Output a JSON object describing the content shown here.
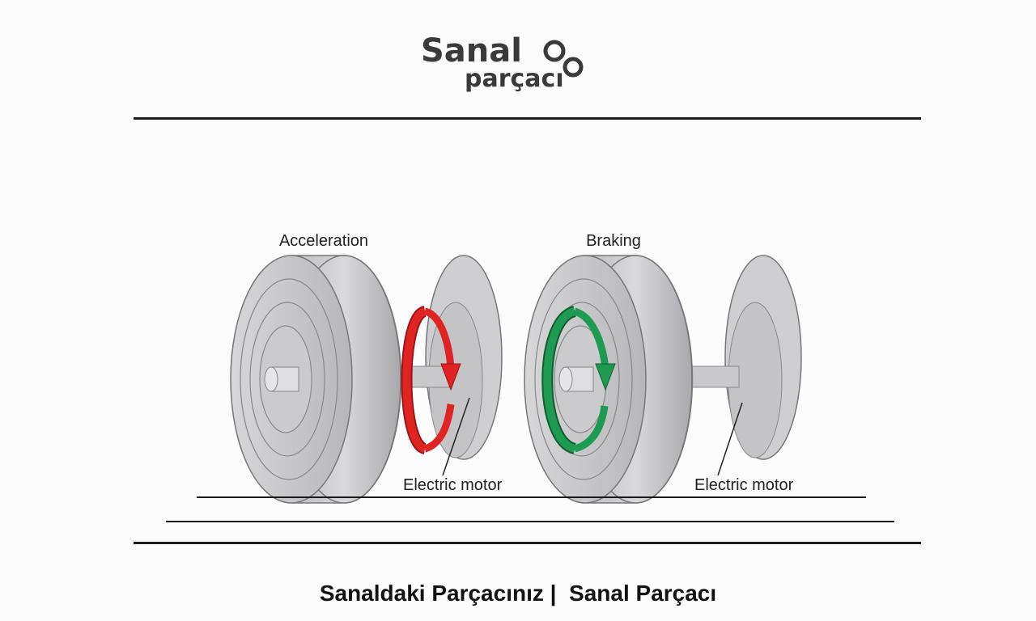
{
  "logo": {
    "line1": "Sanal",
    "line2": "parçacı"
  },
  "figure": {
    "left_title": "Acceleration",
    "right_title": "Braking",
    "left_label": "Electric motor",
    "right_label": "Electric motor",
    "colors": {
      "acceleration_arrow": "#e02424",
      "braking_arrow": "#1f9a52",
      "wheel": "#c8c8ca"
    }
  },
  "footer": {
    "text": "Sanaldaki Parçacınız |  Sanal Parçacı"
  }
}
